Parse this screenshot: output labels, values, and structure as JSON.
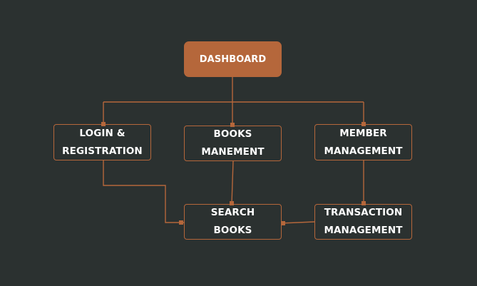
{
  "diagram": {
    "colors": {
      "background": "#2b3130",
      "accent": "#b5673b",
      "text": "#ffffff"
    },
    "nodes": {
      "dashboard": {
        "line1": "DASHBOARD"
      },
      "login": {
        "line1": "LOGIN &",
        "line2": "REGISTRATION"
      },
      "books": {
        "line1": "BOOKS",
        "line2": "MANEMENT"
      },
      "member": {
        "line1": "MEMBER",
        "line2": "MANAGEMENT"
      },
      "search": {
        "line1": "SEARCH",
        "line2": "BOOKS"
      },
      "transaction": {
        "line1": "TRANSACTION",
        "line2": "MANAGEMENT"
      }
    },
    "edges": [
      {
        "from": "dashboard",
        "to": "login"
      },
      {
        "from": "dashboard",
        "to": "books"
      },
      {
        "from": "dashboard",
        "to": "member"
      },
      {
        "from": "login",
        "to": "search"
      },
      {
        "from": "books",
        "to": "search"
      },
      {
        "from": "member",
        "to": "transaction"
      },
      {
        "from": "transaction",
        "to": "search"
      }
    ]
  }
}
